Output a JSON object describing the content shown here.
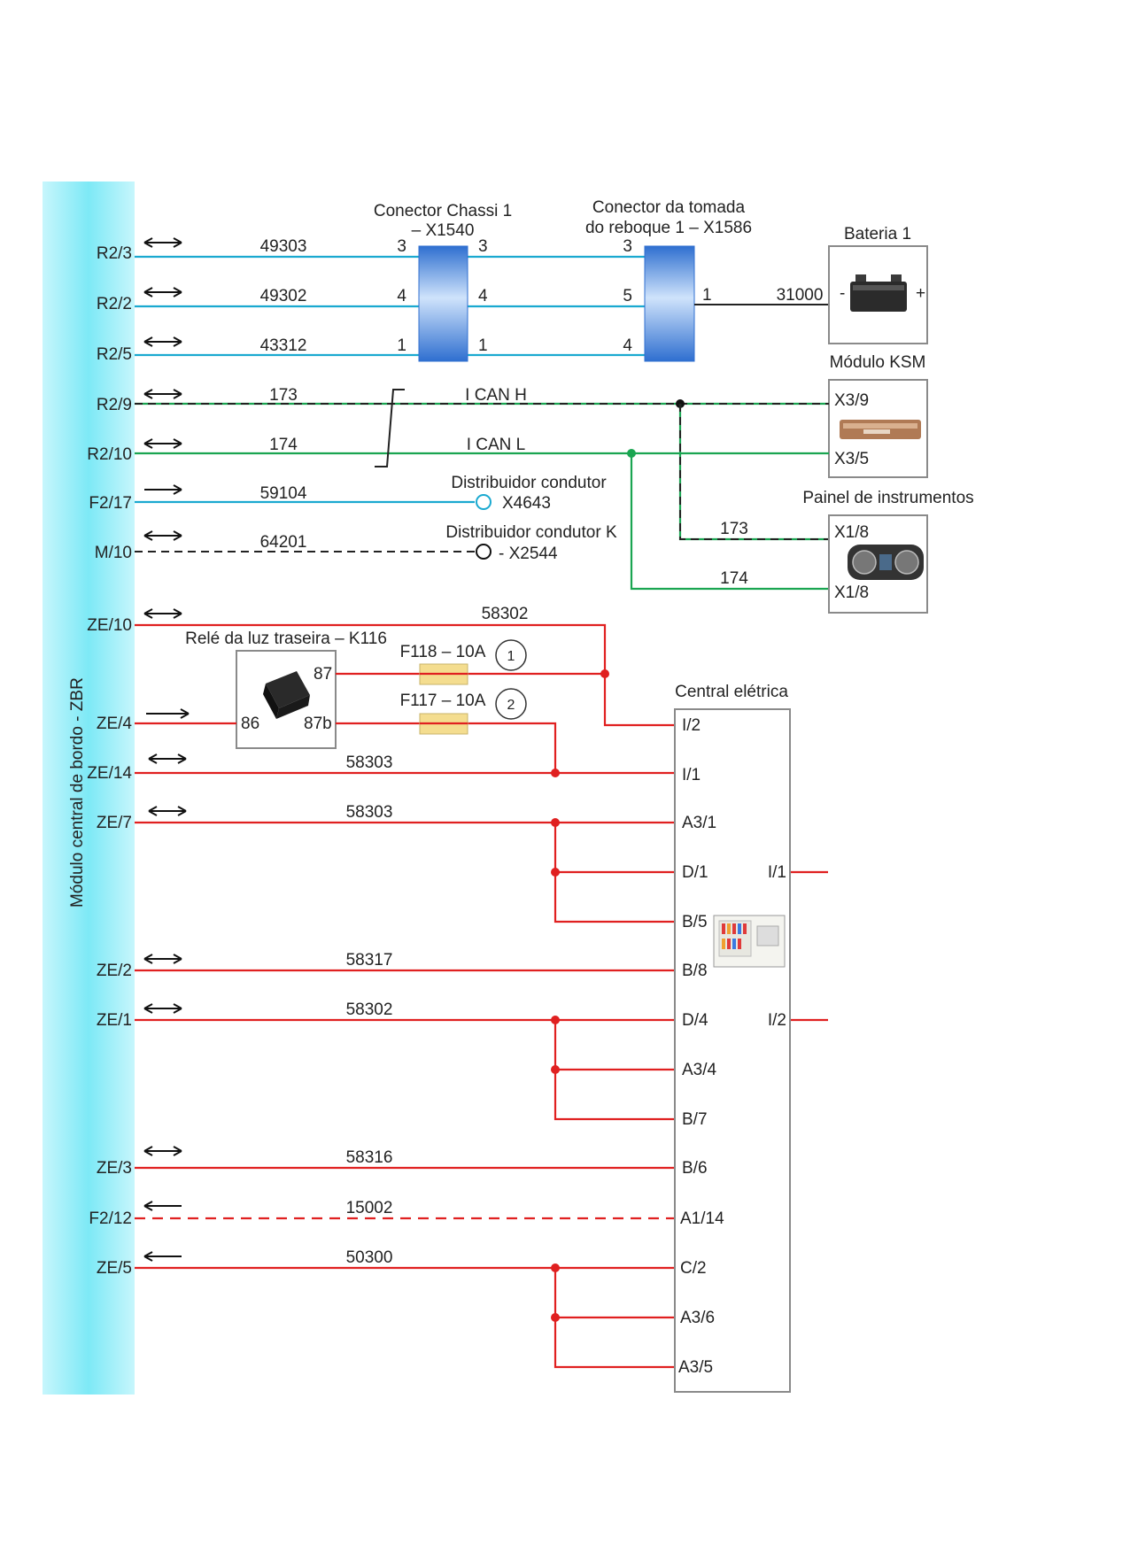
{
  "module": {
    "title": "Módulo central de bordo - ZBR"
  },
  "pins": [
    {
      "label": "R2/3",
      "wire": "49303"
    },
    {
      "label": "R2/2",
      "wire": "49302"
    },
    {
      "label": "R2/5",
      "wire": "43312"
    },
    {
      "label": "R2/9",
      "wire": "173"
    },
    {
      "label": "R2/10",
      "wire": "174"
    },
    {
      "label": "F2/17",
      "wire": "59104"
    },
    {
      "label": "M/10",
      "wire": "64201"
    },
    {
      "label": "ZE/10",
      "wire": "58302"
    },
    {
      "label": "ZE/4",
      "wire": ""
    },
    {
      "label": "ZE/14",
      "wire": "58303"
    },
    {
      "label": "ZE/7",
      "wire": "58303"
    },
    {
      "label": "ZE/2",
      "wire": "58317"
    },
    {
      "label": "ZE/1",
      "wire": "58302"
    },
    {
      "label": "ZE/3",
      "wire": "58316"
    },
    {
      "label": "F2/12",
      "wire": "15002"
    },
    {
      "label": "ZE/5",
      "wire": "50300"
    }
  ],
  "connector_chassis": {
    "title_line1": "Conector Chassi 1",
    "title_line2": "– X1540",
    "left_pins": [
      "3",
      "4",
      "1"
    ],
    "right_pins": [
      "3",
      "4",
      "1"
    ]
  },
  "connector_trailer": {
    "title_line1": "Conector da tomada",
    "title_line2": "do reboque 1 – X1586",
    "left_pins": [
      "3",
      "5",
      "4"
    ],
    "right_pin": "1"
  },
  "battery": {
    "title": "Bateria 1",
    "wire": "31000",
    "minus": "-",
    "plus": "+"
  },
  "ksm": {
    "title": "Módulo KSM",
    "pin_h": "X3/9",
    "pin_l": "X3/5"
  },
  "can": {
    "high": "I CAN H",
    "low": "I CAN L"
  },
  "panel": {
    "title": "Painel de instrumentos",
    "pin_top": "X1/8",
    "pin_bottom": "X1/8",
    "wire_top": "173",
    "wire_bottom": "174"
  },
  "distributor_1": {
    "title": "Distribuidor condutor",
    "id": "X4643"
  },
  "distributor_2": {
    "title": "Distribuidor condutor K",
    "id": "- X2544"
  },
  "relay": {
    "title": "Relé da luz traseira – K116",
    "pin_87": "87",
    "pin_86": "86",
    "pin_87b": "87b"
  },
  "fuses": [
    {
      "label": "F118 – 10A",
      "num": "1"
    },
    {
      "label": "F117 – 10A",
      "num": "2"
    }
  ],
  "central": {
    "title": "Central elétrica",
    "pins": [
      "I/2",
      "I/1",
      "A3/1",
      "D/1",
      "B/5",
      "B/8",
      "D/4",
      "A3/4",
      "B/7",
      "B/6",
      "A1/14",
      "C/2",
      "A3/6",
      "A3/5"
    ],
    "right_pins": [
      "I/1",
      "I/2"
    ]
  },
  "colors": {
    "cyan": "#1aa9d0",
    "red": "#e02020",
    "green": "#1aa551",
    "module_bar": "#7de9f6"
  }
}
